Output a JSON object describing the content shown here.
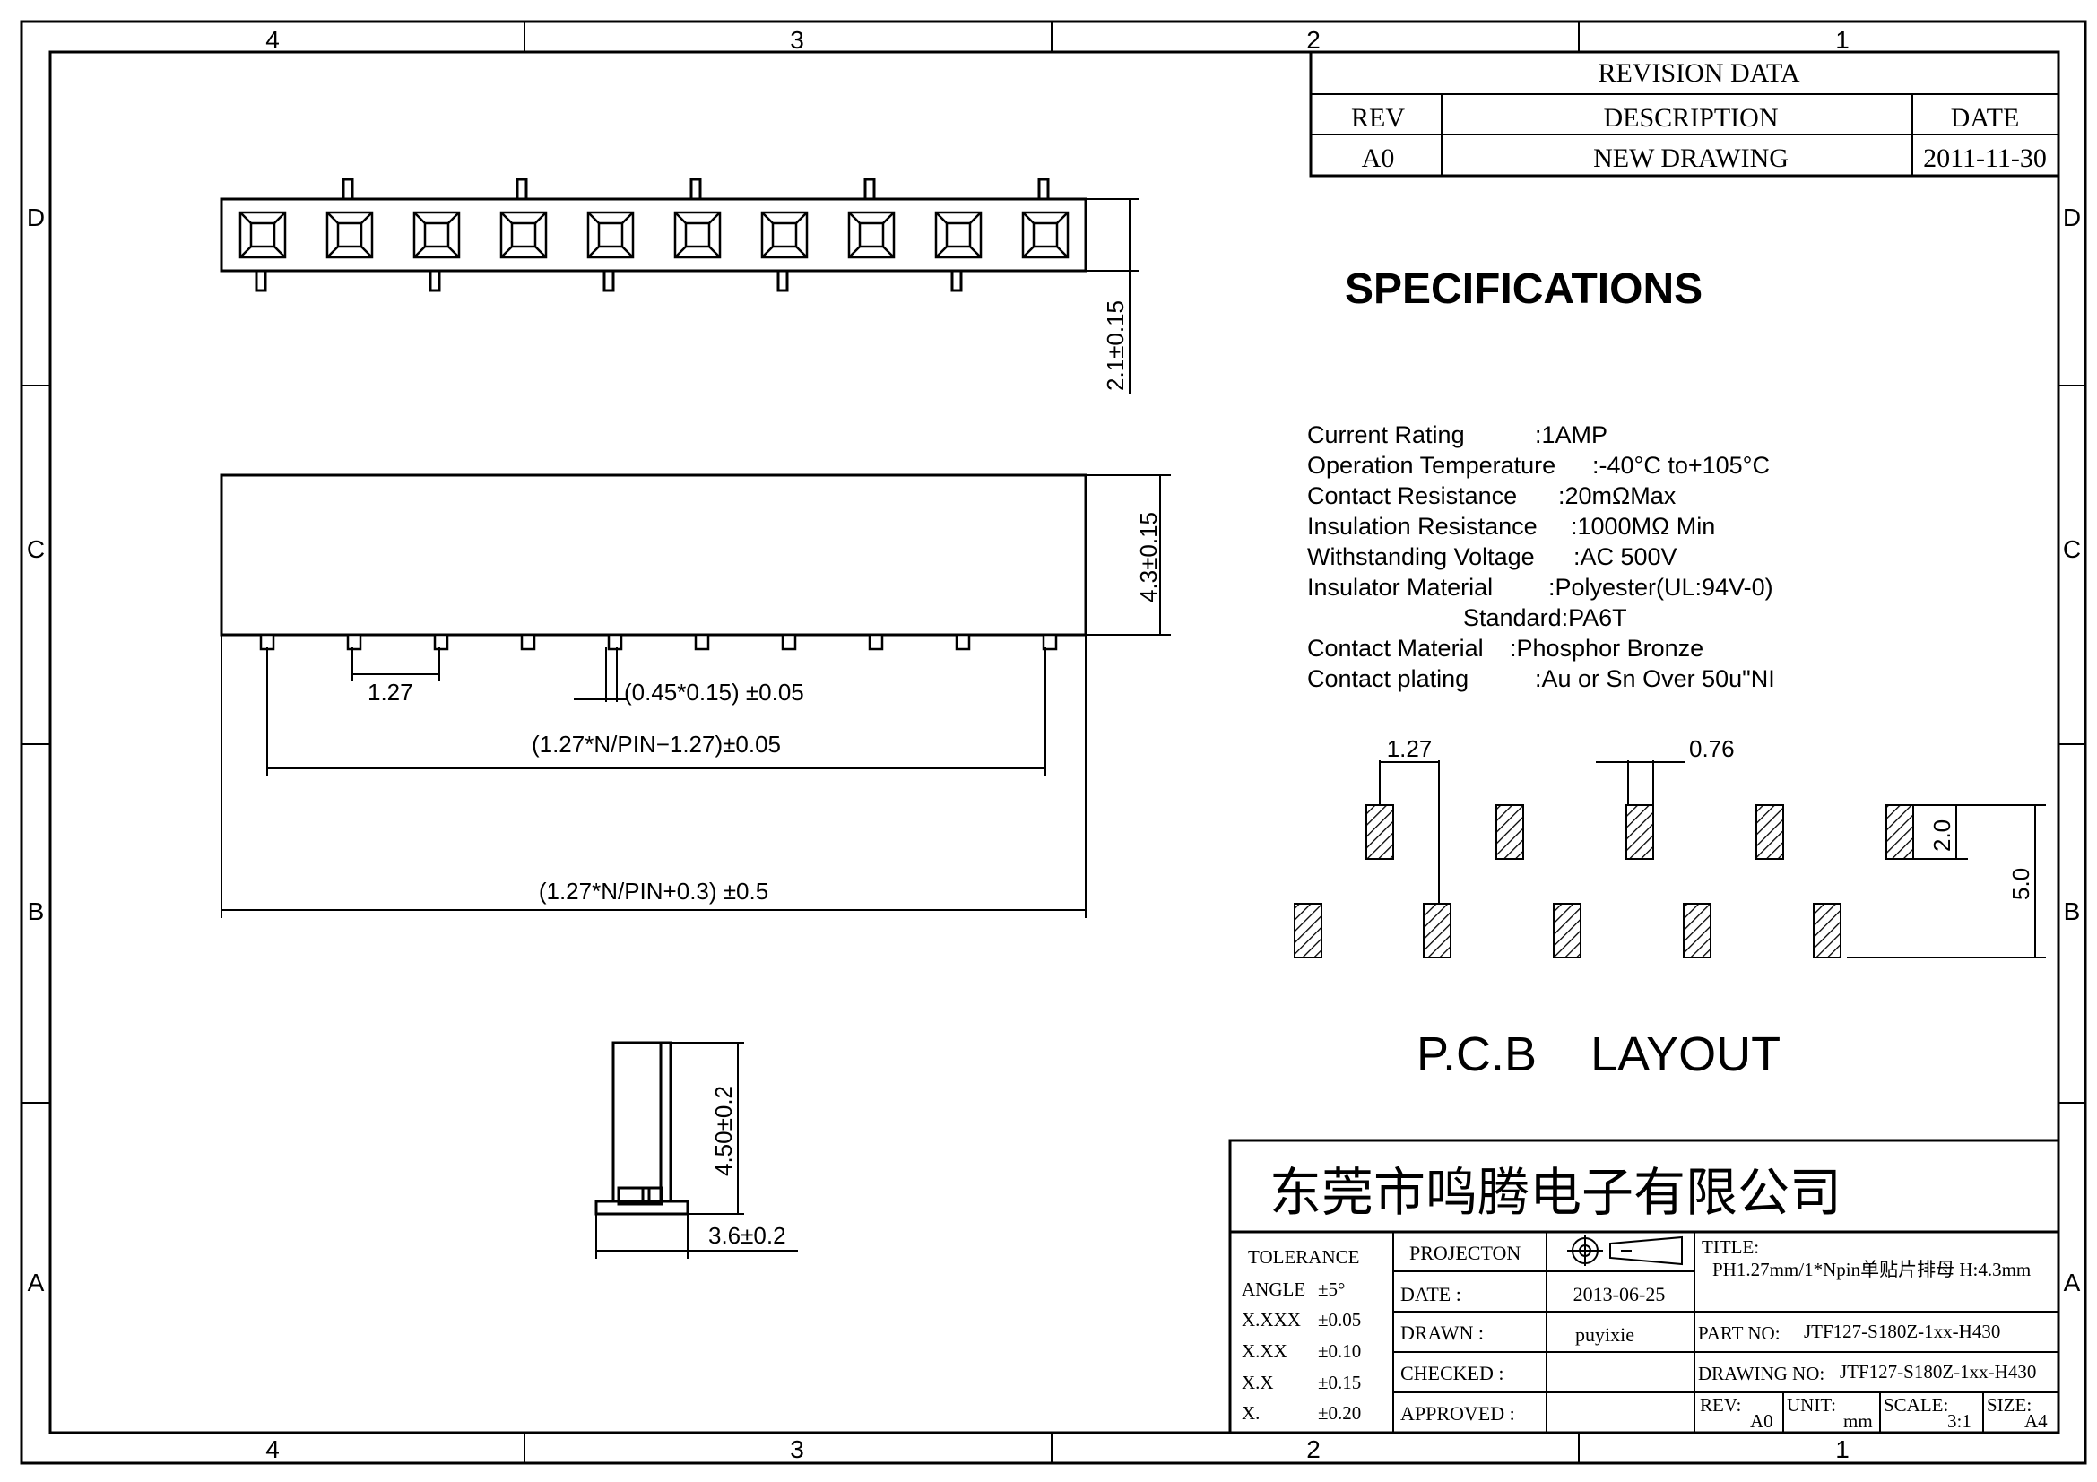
{
  "frame": {
    "zones_top": [
      "4",
      "3",
      "2",
      "1"
    ],
    "zones_bottom": [
      "4",
      "3",
      "2",
      "1"
    ],
    "rows_left": [
      "D",
      "C",
      "B",
      "A"
    ],
    "rows_right": [
      "D",
      "C",
      "B",
      "A"
    ]
  },
  "revision": {
    "title": "REVISION DATA",
    "headers": {
      "rev": "REV",
      "desc": "DESCRIPTION",
      "date": "DATE"
    },
    "row": {
      "rev": "A0",
      "desc": "NEW DRAWING",
      "date": "2011-11-30"
    }
  },
  "specs": {
    "title": "SPECIFICATIONS",
    "items": [
      {
        "label": "Current Rating",
        "value": ":1AMP"
      },
      {
        "label": "Operation Temperature",
        "value": ":-40°C to+105°C"
      },
      {
        "label": "Contact Resistance",
        "value": ":20mΩMax"
      },
      {
        "label": "Insulation Resistance",
        "value": ":1000MΩ  Min"
      },
      {
        "label": "Withstanding Voltage",
        "value": ":AC 500V"
      },
      {
        "label": "Insulator Material",
        "value": ":Polyester(UL:94V-0)"
      },
      {
        "label": "",
        "value": "Standard:PA6T"
      },
      {
        "label": "Contact Material",
        "value": ":Phosphor Bronze"
      },
      {
        "label": "Contact plating",
        "value": ":Au or Sn Over 50u\"NI"
      }
    ]
  },
  "dimensions": {
    "top_height": "2.1±0.15",
    "front_height": "4.3±0.15",
    "pitch": "1.27",
    "pin_size": "(0.45*0.15) ±0.05",
    "pin_span": "(1.27*N/PIN−1.27)±0.05",
    "overall_length": "(1.27*N/PIN+0.3) ±0.5",
    "side_height": "4.50±0.2",
    "side_width": "3.6±0.2"
  },
  "pcb": {
    "pitch": "1.27",
    "pad_width": "0.76",
    "pad_length": "2.0",
    "row_span": "5.0",
    "title": "P.C.B    LAYOUT"
  },
  "company": "东莞市鸣腾电子有限公司",
  "title_block": {
    "tolerance": {
      "title": "TOLERANCE",
      "rows": [
        {
          "label": "ANGLE",
          "value": "±5°"
        },
        {
          "label": "X.XXX",
          "value": "±0.05"
        },
        {
          "label": "X.XX",
          "value": "±0.10"
        },
        {
          "label": "X.X",
          "value": "±0.15"
        },
        {
          "label": "X.",
          "value": "±0.20"
        }
      ]
    },
    "projection_label": "PROJECTON",
    "date_label": "DATE :",
    "date_value": "2013-06-25",
    "drawn_label": "DRAWN :",
    "drawn_value": "puyixie",
    "checked_label": "CHECKED :",
    "approved_label": "APPROVED :",
    "title_label": "TITLE:",
    "title_value": "PH1.27mm/1*Npin单贴片排母  H:4.3mm",
    "part_no_label": "PART NO:",
    "part_no_value": "JTF127-S180Z-1xx-H430",
    "drawing_no_label": "DRAWING NO:",
    "drawing_no_value": "JTF127-S180Z-1xx-H430",
    "rev_label": "REV:",
    "rev_value": "A0",
    "unit_label": "UNIT:",
    "unit_value": "mm",
    "scale_label": "SCALE:",
    "scale_value": "3:1",
    "size_label": "SIZE:",
    "size_value": "A4"
  }
}
